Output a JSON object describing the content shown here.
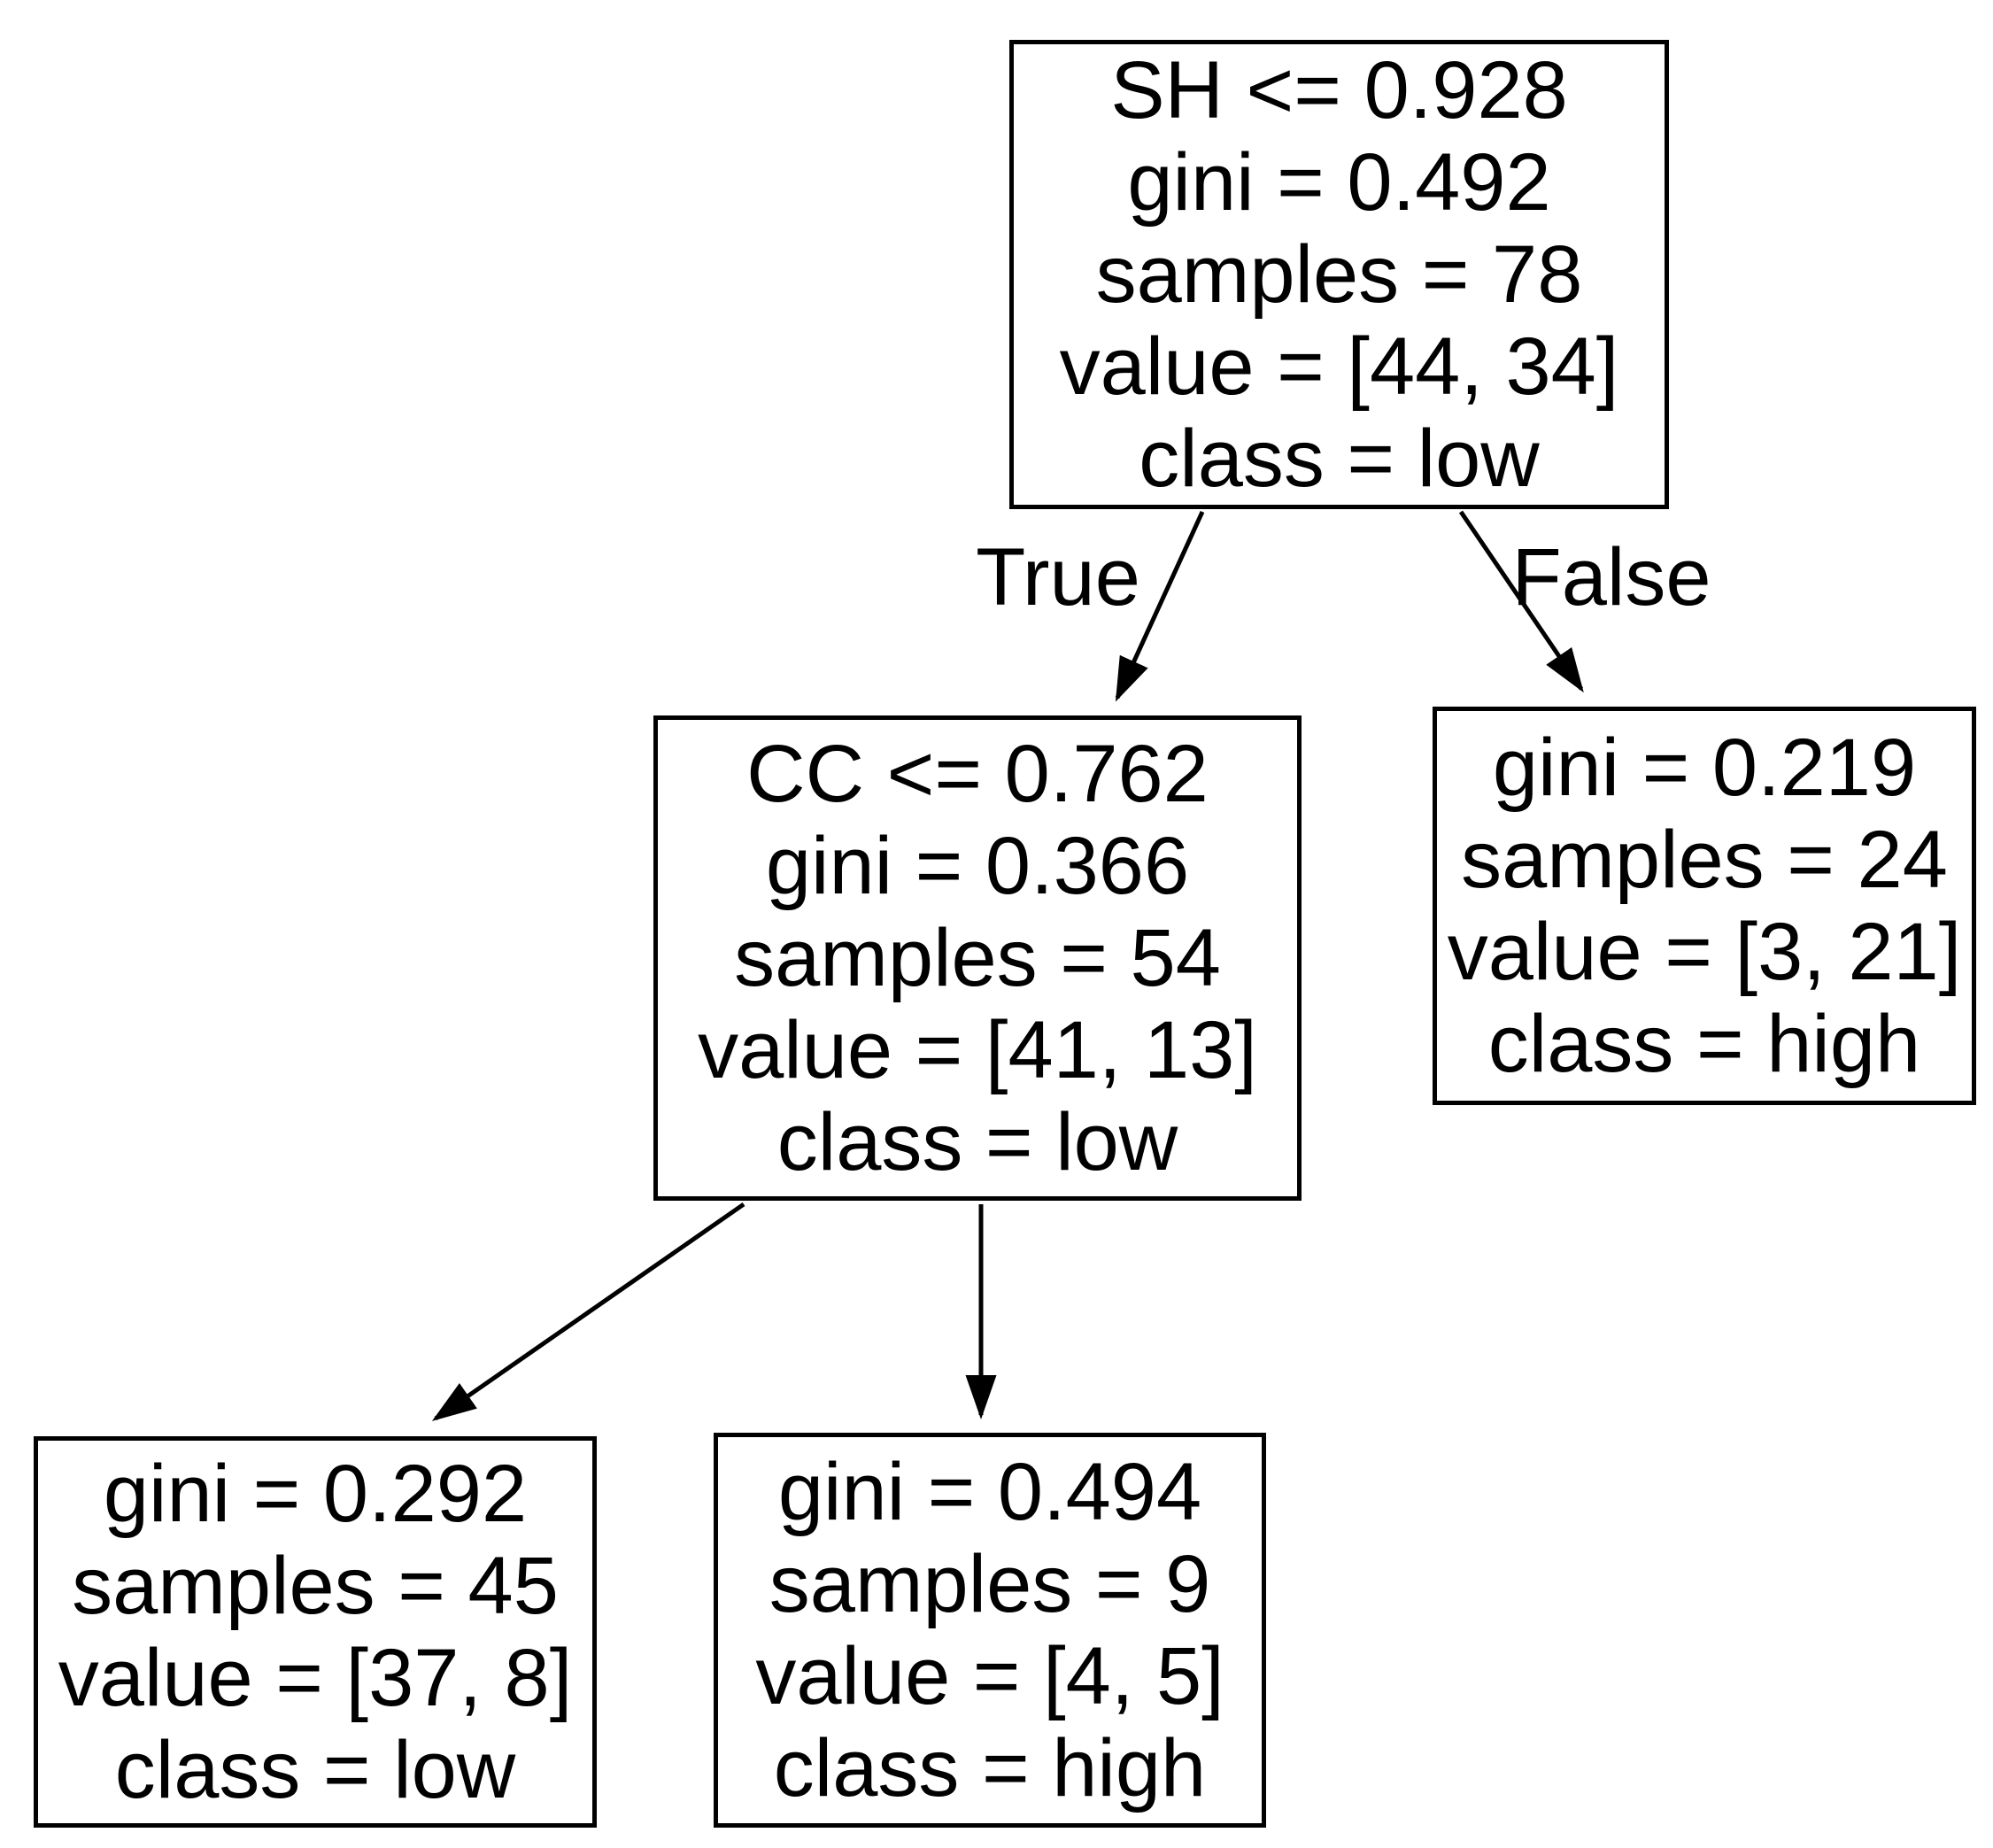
{
  "diagram": {
    "type": "decision-tree",
    "background_color": "#ffffff",
    "node_border_color": "#000000",
    "text_color": "#000000",
    "edge_color": "#000000",
    "edge_labels": {
      "left": "True",
      "right": "False"
    },
    "nodes": {
      "root": {
        "lines": [
          "SH <= 0.928",
          "gini = 0.492",
          "samples = 78",
          "value = [44, 34]",
          "class = low"
        ]
      },
      "left_child": {
        "lines": [
          "CC <= 0.762",
          "gini = 0.366",
          "samples = 54",
          "value = [41, 13]",
          "class = low"
        ]
      },
      "right_leaf": {
        "lines": [
          "gini = 0.219",
          "samples = 24",
          "value = [3, 21]",
          "class = high"
        ]
      },
      "bottom_left_leaf": {
        "lines": [
          "gini = 0.292",
          "samples = 45",
          "value = [37, 8]",
          "class = low"
        ]
      },
      "bottom_middle_leaf": {
        "lines": [
          "gini = 0.494",
          "samples = 9",
          "value = [4, 5]",
          "class = high"
        ]
      }
    }
  }
}
